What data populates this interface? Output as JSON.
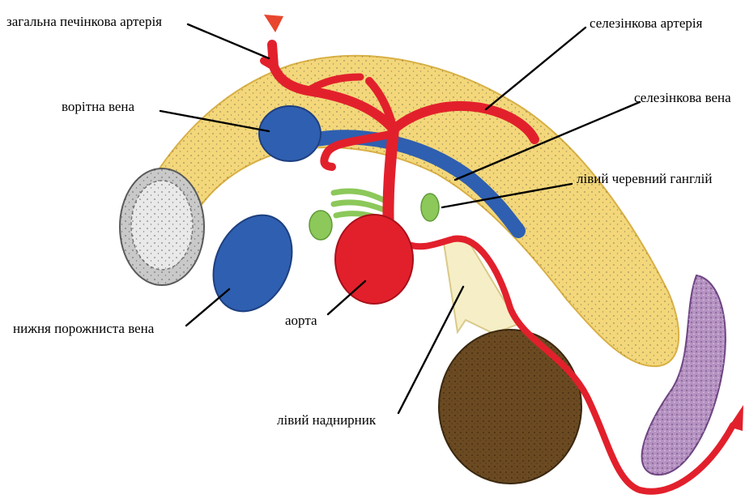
{
  "labels": {
    "common_hepatic_artery": "загальна печінкова артерія",
    "splenic_artery": "селезінкова артерія",
    "portal_vein": "ворітна вена",
    "splenic_vein": "селезінкова вена",
    "left_celiac_ganglion": "лівий черевний ганглій",
    "inferior_vena_cava": "нижня порожниста вена",
    "aorta": "аорта",
    "left_adrenal_gland": "лівий наднирник"
  },
  "colors": {
    "artery": "#e2202c",
    "vein": "#2f5fb0",
    "pancreas": "#f3d77a",
    "ganglion": "#8cc85a",
    "kidney": "#6b4a22",
    "spleen": "#8a5a9c",
    "duodenum": "#a8a8a8",
    "adrenal": "#f6eec6"
  }
}
